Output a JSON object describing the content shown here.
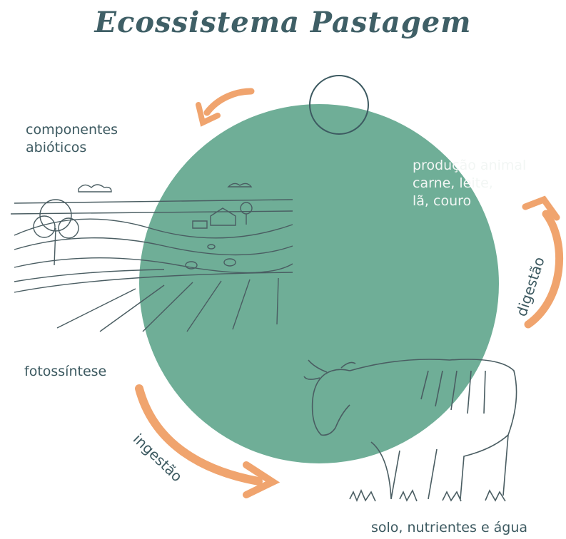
{
  "title": "Ecossistema Pastagem",
  "labels": {
    "abiotic_line1": "componentes",
    "abiotic_line2": "abióticos",
    "production_line1": "produção animal",
    "production_line2": "carne, leite,",
    "production_line3": "lã, couro",
    "photosynthesis": "fotossíntese",
    "soil": "solo, nutrientes e água",
    "digestion": "digestão",
    "ingestion": "ingestão"
  },
  "colors": {
    "circle": "#6fae97",
    "arrow": "#f0a46e",
    "text": "#3d5a61",
    "sketch": "#4a5d62"
  },
  "icons": [
    "landscape-sketch",
    "cow-sketch",
    "cycle-arrow-icon",
    "sun-ring-icon"
  ]
}
